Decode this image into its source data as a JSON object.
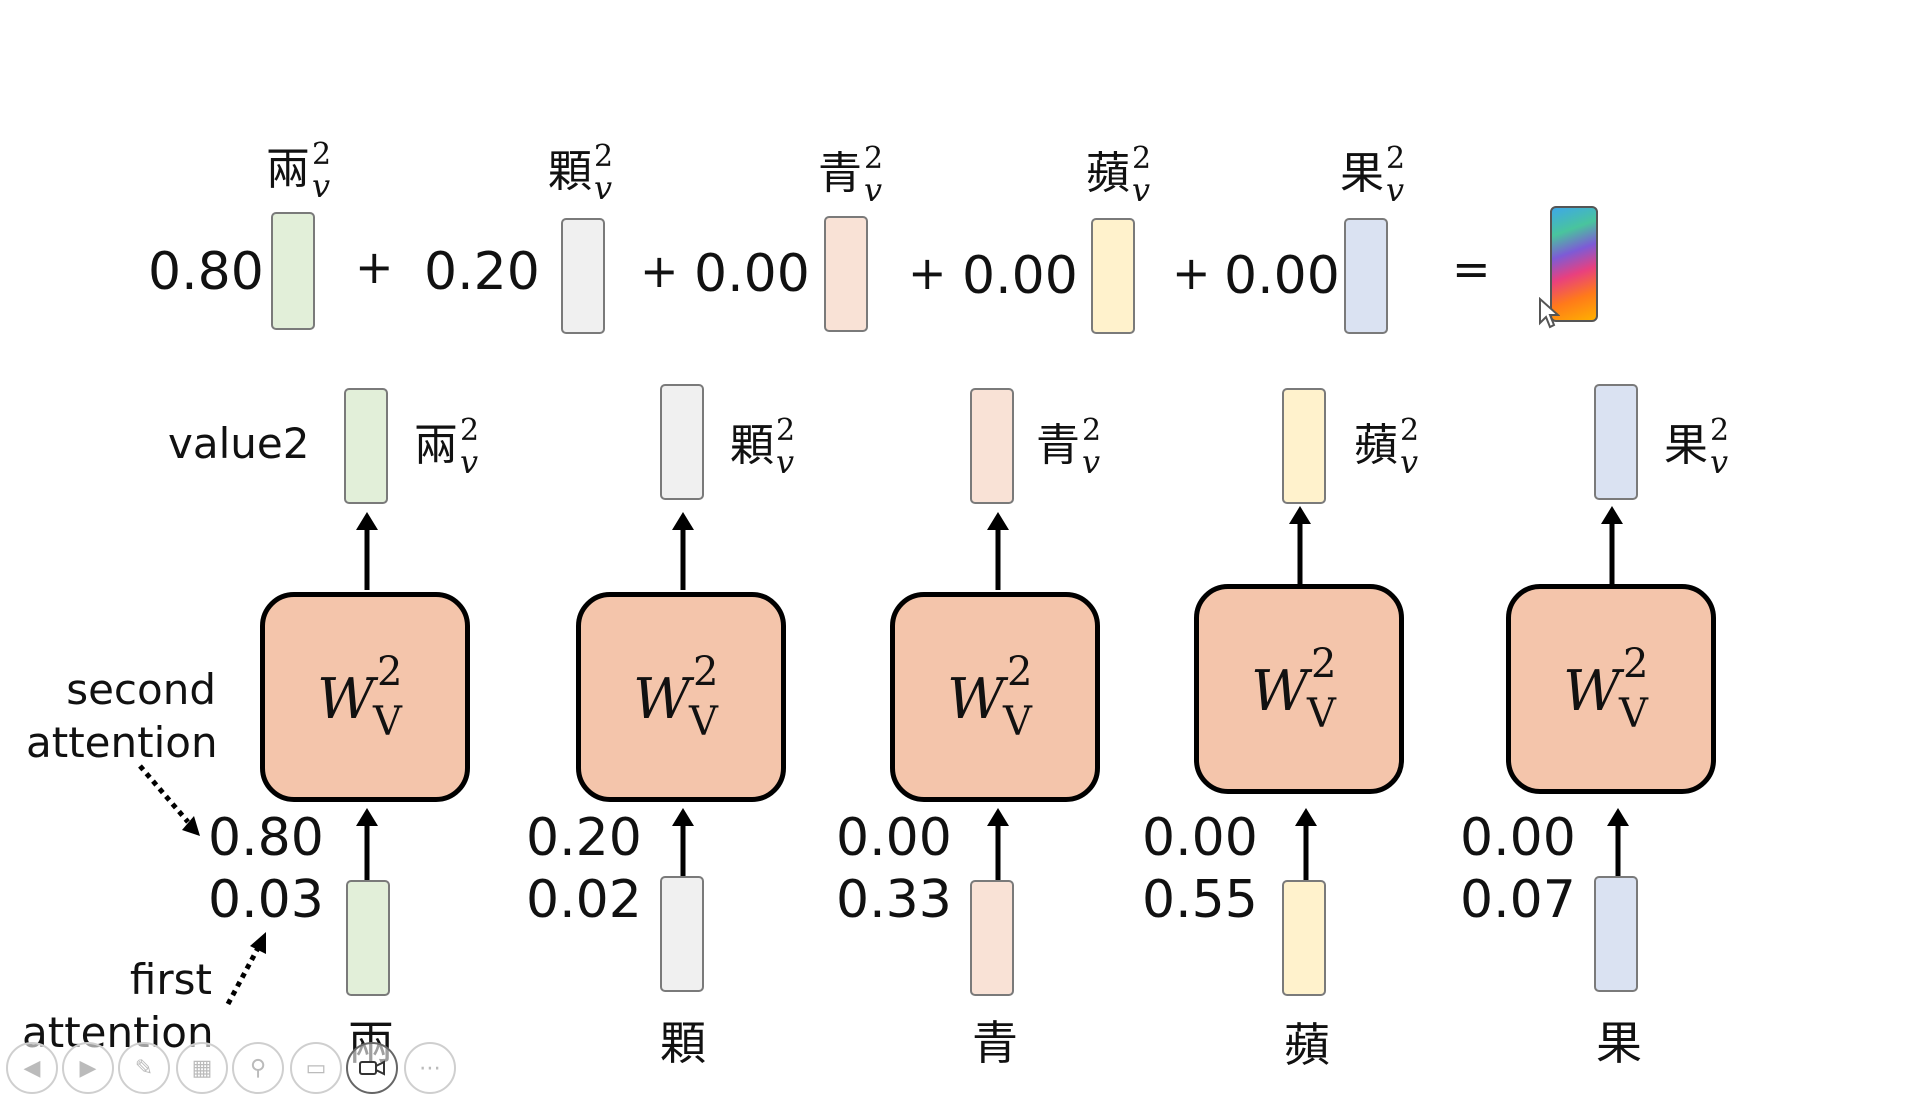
{
  "equation": {
    "weights": [
      "0.80",
      "0.20",
      "0.00",
      "0.00",
      "0.00"
    ],
    "plus": "+",
    "equals": "=",
    "value_labels": [
      {
        "char": "兩",
        "sup": "2",
        "sub": "v"
      },
      {
        "char": "顆",
        "sup": "2",
        "sub": "v"
      },
      {
        "char": "青",
        "sup": "2",
        "sub": "v"
      },
      {
        "char": "蘋",
        "sup": "2",
        "sub": "v"
      },
      {
        "char": "果",
        "sup": "2",
        "sub": "v"
      }
    ]
  },
  "value_row_label": "value2",
  "matrix": {
    "symbol": "W",
    "sup": "2",
    "sub": "V"
  },
  "columns": [
    {
      "second_attention": "0.80",
      "first_attention": "0.03",
      "token": "兩",
      "color": "#e2efd9"
    },
    {
      "second_attention": "0.20",
      "first_attention": "0.02",
      "token": "顆",
      "color": "#f0f0f0"
    },
    {
      "second_attention": "0.00",
      "first_attention": "0.33",
      "token": "青",
      "color": "#f9e2d6"
    },
    {
      "second_attention": "0.00",
      "first_attention": "0.55",
      "token": "蘋",
      "color": "#fff2cc"
    },
    {
      "second_attention": "0.00",
      "first_attention": "0.07",
      "token": "果",
      "color": "#dae2f2"
    }
  ],
  "annotations": {
    "second_line1": "second",
    "second_line2": "attention",
    "first_line1": "first",
    "first_line2": "attention"
  },
  "controls": [
    "previous-icon",
    "next-icon",
    "pen-icon",
    "slides-icon",
    "zoom-icon",
    "subtitles-icon",
    "camera-icon",
    "more-icon"
  ]
}
